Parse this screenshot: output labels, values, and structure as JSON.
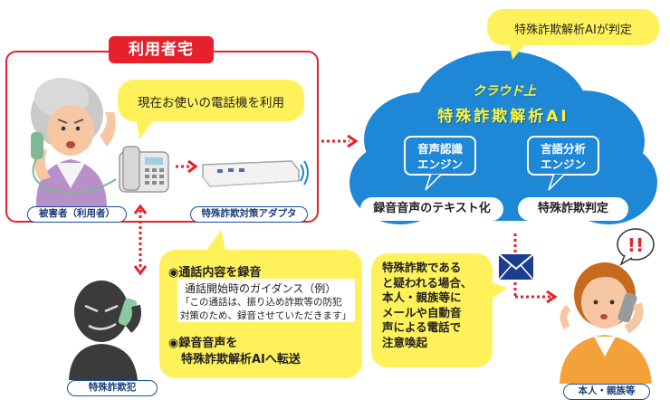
{
  "home": {
    "label": "利用者宅"
  },
  "bubbles": {
    "phone_use": "現在お使いの電話機を利用",
    "ai_judge": "特殊詐欺解析AIが判定"
  },
  "captions": {
    "victim": "被害者（利用者）",
    "adapter": "特殊詐欺対策アダプタ",
    "fraudster": "特殊詐欺犯",
    "family": "本人・親族等"
  },
  "cloud": {
    "title_line1": "クラウド上",
    "title_line2": "特殊詐欺解析AI",
    "engines": [
      {
        "line1": "音声認識",
        "line2": "エンジン"
      },
      {
        "line1": "言語分析",
        "line2": "エンジン"
      }
    ],
    "results": [
      "録音音声のテキスト化",
      "特殊詐欺判定"
    ]
  },
  "adapter_features": {
    "item1": "◉通話内容を録音",
    "guidance_title": "通話開始時のガイダンス（例）",
    "guidance_line1": "「この通話は、振り込め詐欺等の防犯",
    "guidance_line2": "対策のため、録音させていただきます」",
    "item2_line1": "◉録音音声を",
    "item2_line2": "特殊詐欺解析AIへ転送"
  },
  "alert": {
    "lines": [
      "特殊詐欺である",
      "と疑われる場合、",
      "本人・親族等に",
      "メールや自動音",
      "声による電話で",
      "注意喚起"
    ]
  },
  "colors": {
    "home_border": "#e6212b",
    "bubble": "#fff15a",
    "cloud": "#1e88d6",
    "arrow": "#e6212b",
    "caption_border": "#1b4f9c"
  }
}
